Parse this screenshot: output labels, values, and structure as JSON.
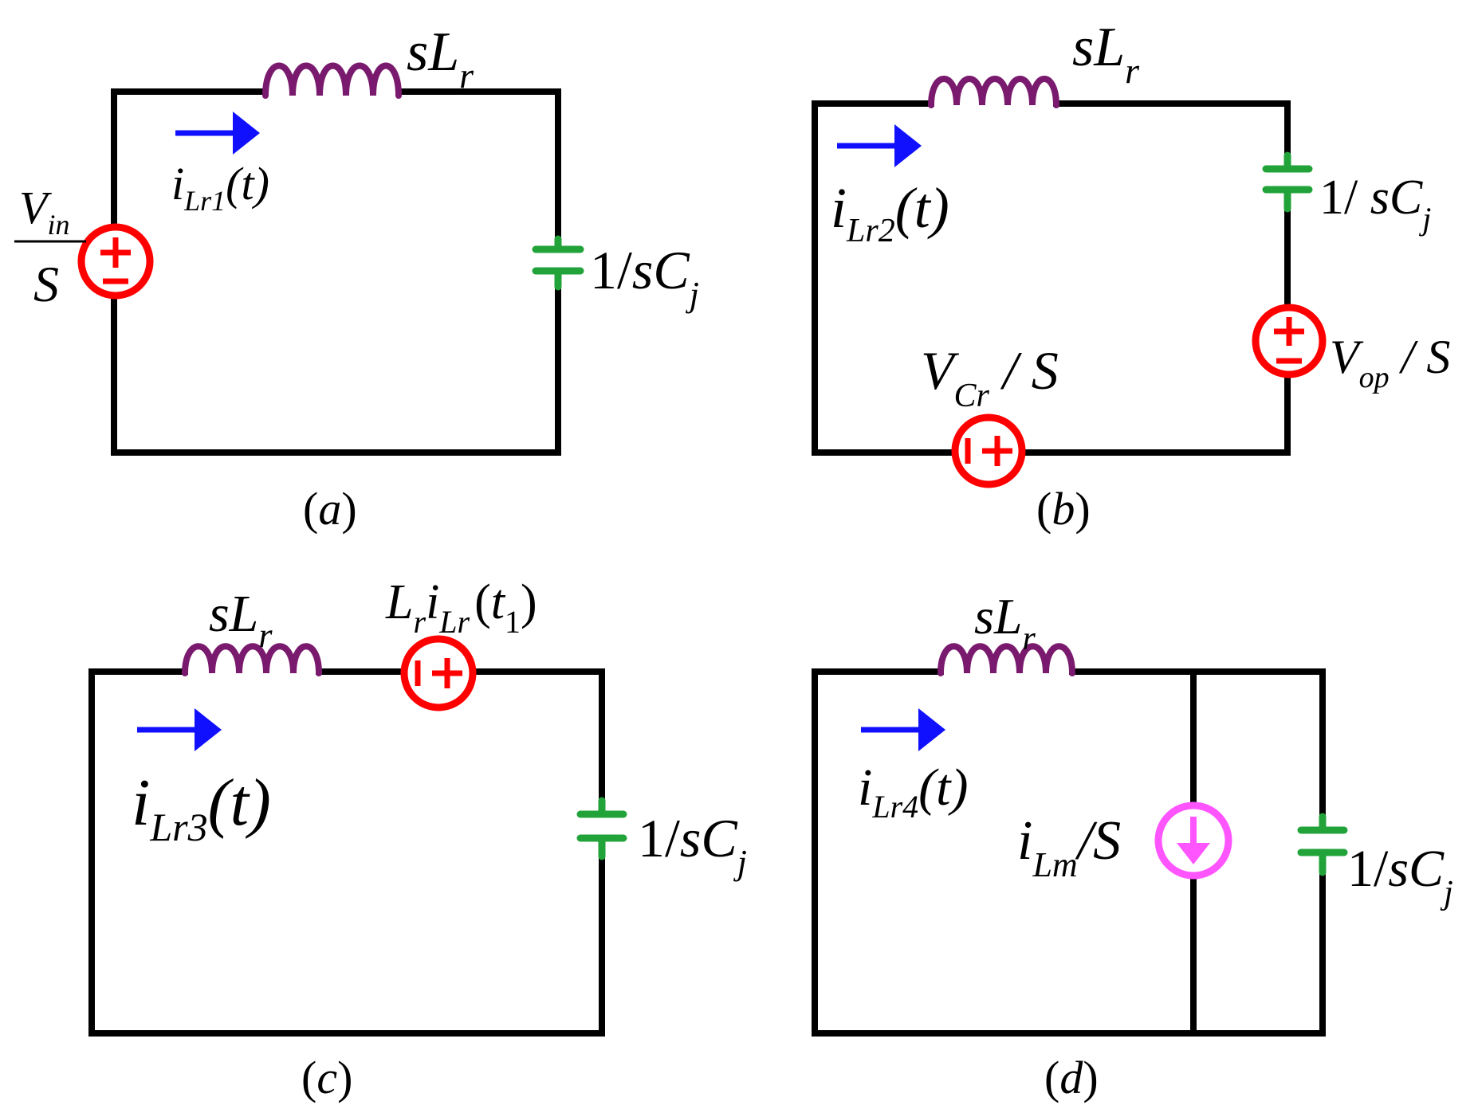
{
  "colors": {
    "wire": "#000000",
    "inductor": "#7a1a6e",
    "capacitor": "#22a33a",
    "voltage_source": "#ff0000",
    "current_source": "#ff55ff",
    "current_arrow": "#1010ff"
  },
  "panels": {
    "a": {
      "caption": {
        "open": "(",
        "letter": "a",
        "close": ")"
      },
      "inductor": {
        "main": "sL",
        "sub": "r"
      },
      "current": {
        "main": "i",
        "sub": "Lr1",
        "arg": "(t)"
      },
      "source": {
        "numerator": "V",
        "numerator_sub": "in",
        "denominator": "S"
      },
      "capacitor": {
        "prefix": "1/",
        "main": "sC",
        "sub": "j"
      }
    },
    "b": {
      "caption": {
        "open": "(",
        "letter": "b",
        "close": ")"
      },
      "inductor": {
        "main": "sL",
        "sub": "r"
      },
      "current": {
        "main": "i",
        "sub": "Lr2",
        "arg": "(t)"
      },
      "capacitor": {
        "prefix": "1/ ",
        "main": "sC",
        "sub": "j"
      },
      "source_right": {
        "main": "V",
        "sub": "op",
        "suffix": " / S"
      },
      "source_bottom": {
        "main": "V",
        "sub": "Cr",
        "suffix": " / S"
      }
    },
    "c": {
      "caption": {
        "open": "(",
        "letter": "c",
        "close": ")"
      },
      "inductor": {
        "main": "sL",
        "sub": "r"
      },
      "current": {
        "main": "i",
        "sub": "Lr3",
        "arg": "(t)"
      },
      "source": {
        "main1": "L",
        "sub1": "r",
        "main2": "i",
        "sub2": "Lr",
        "arg_open": "(",
        "arg_main": "t",
        "arg_sub": "1",
        "arg_close": ")"
      },
      "capacitor": {
        "prefix": "1/",
        "main": "sC",
        "sub": "j"
      }
    },
    "d": {
      "caption": {
        "open": "(",
        "letter": "d",
        "close": ")"
      },
      "inductor": {
        "main": "sL",
        "sub": "r"
      },
      "current": {
        "main": "i",
        "sub": "Lr4",
        "arg": "(t)"
      },
      "current_source": {
        "main": "i",
        "sub": "Lm",
        "suffix": "/S"
      },
      "capacitor": {
        "prefix": "1/",
        "main": "sC",
        "sub": "j"
      }
    }
  }
}
